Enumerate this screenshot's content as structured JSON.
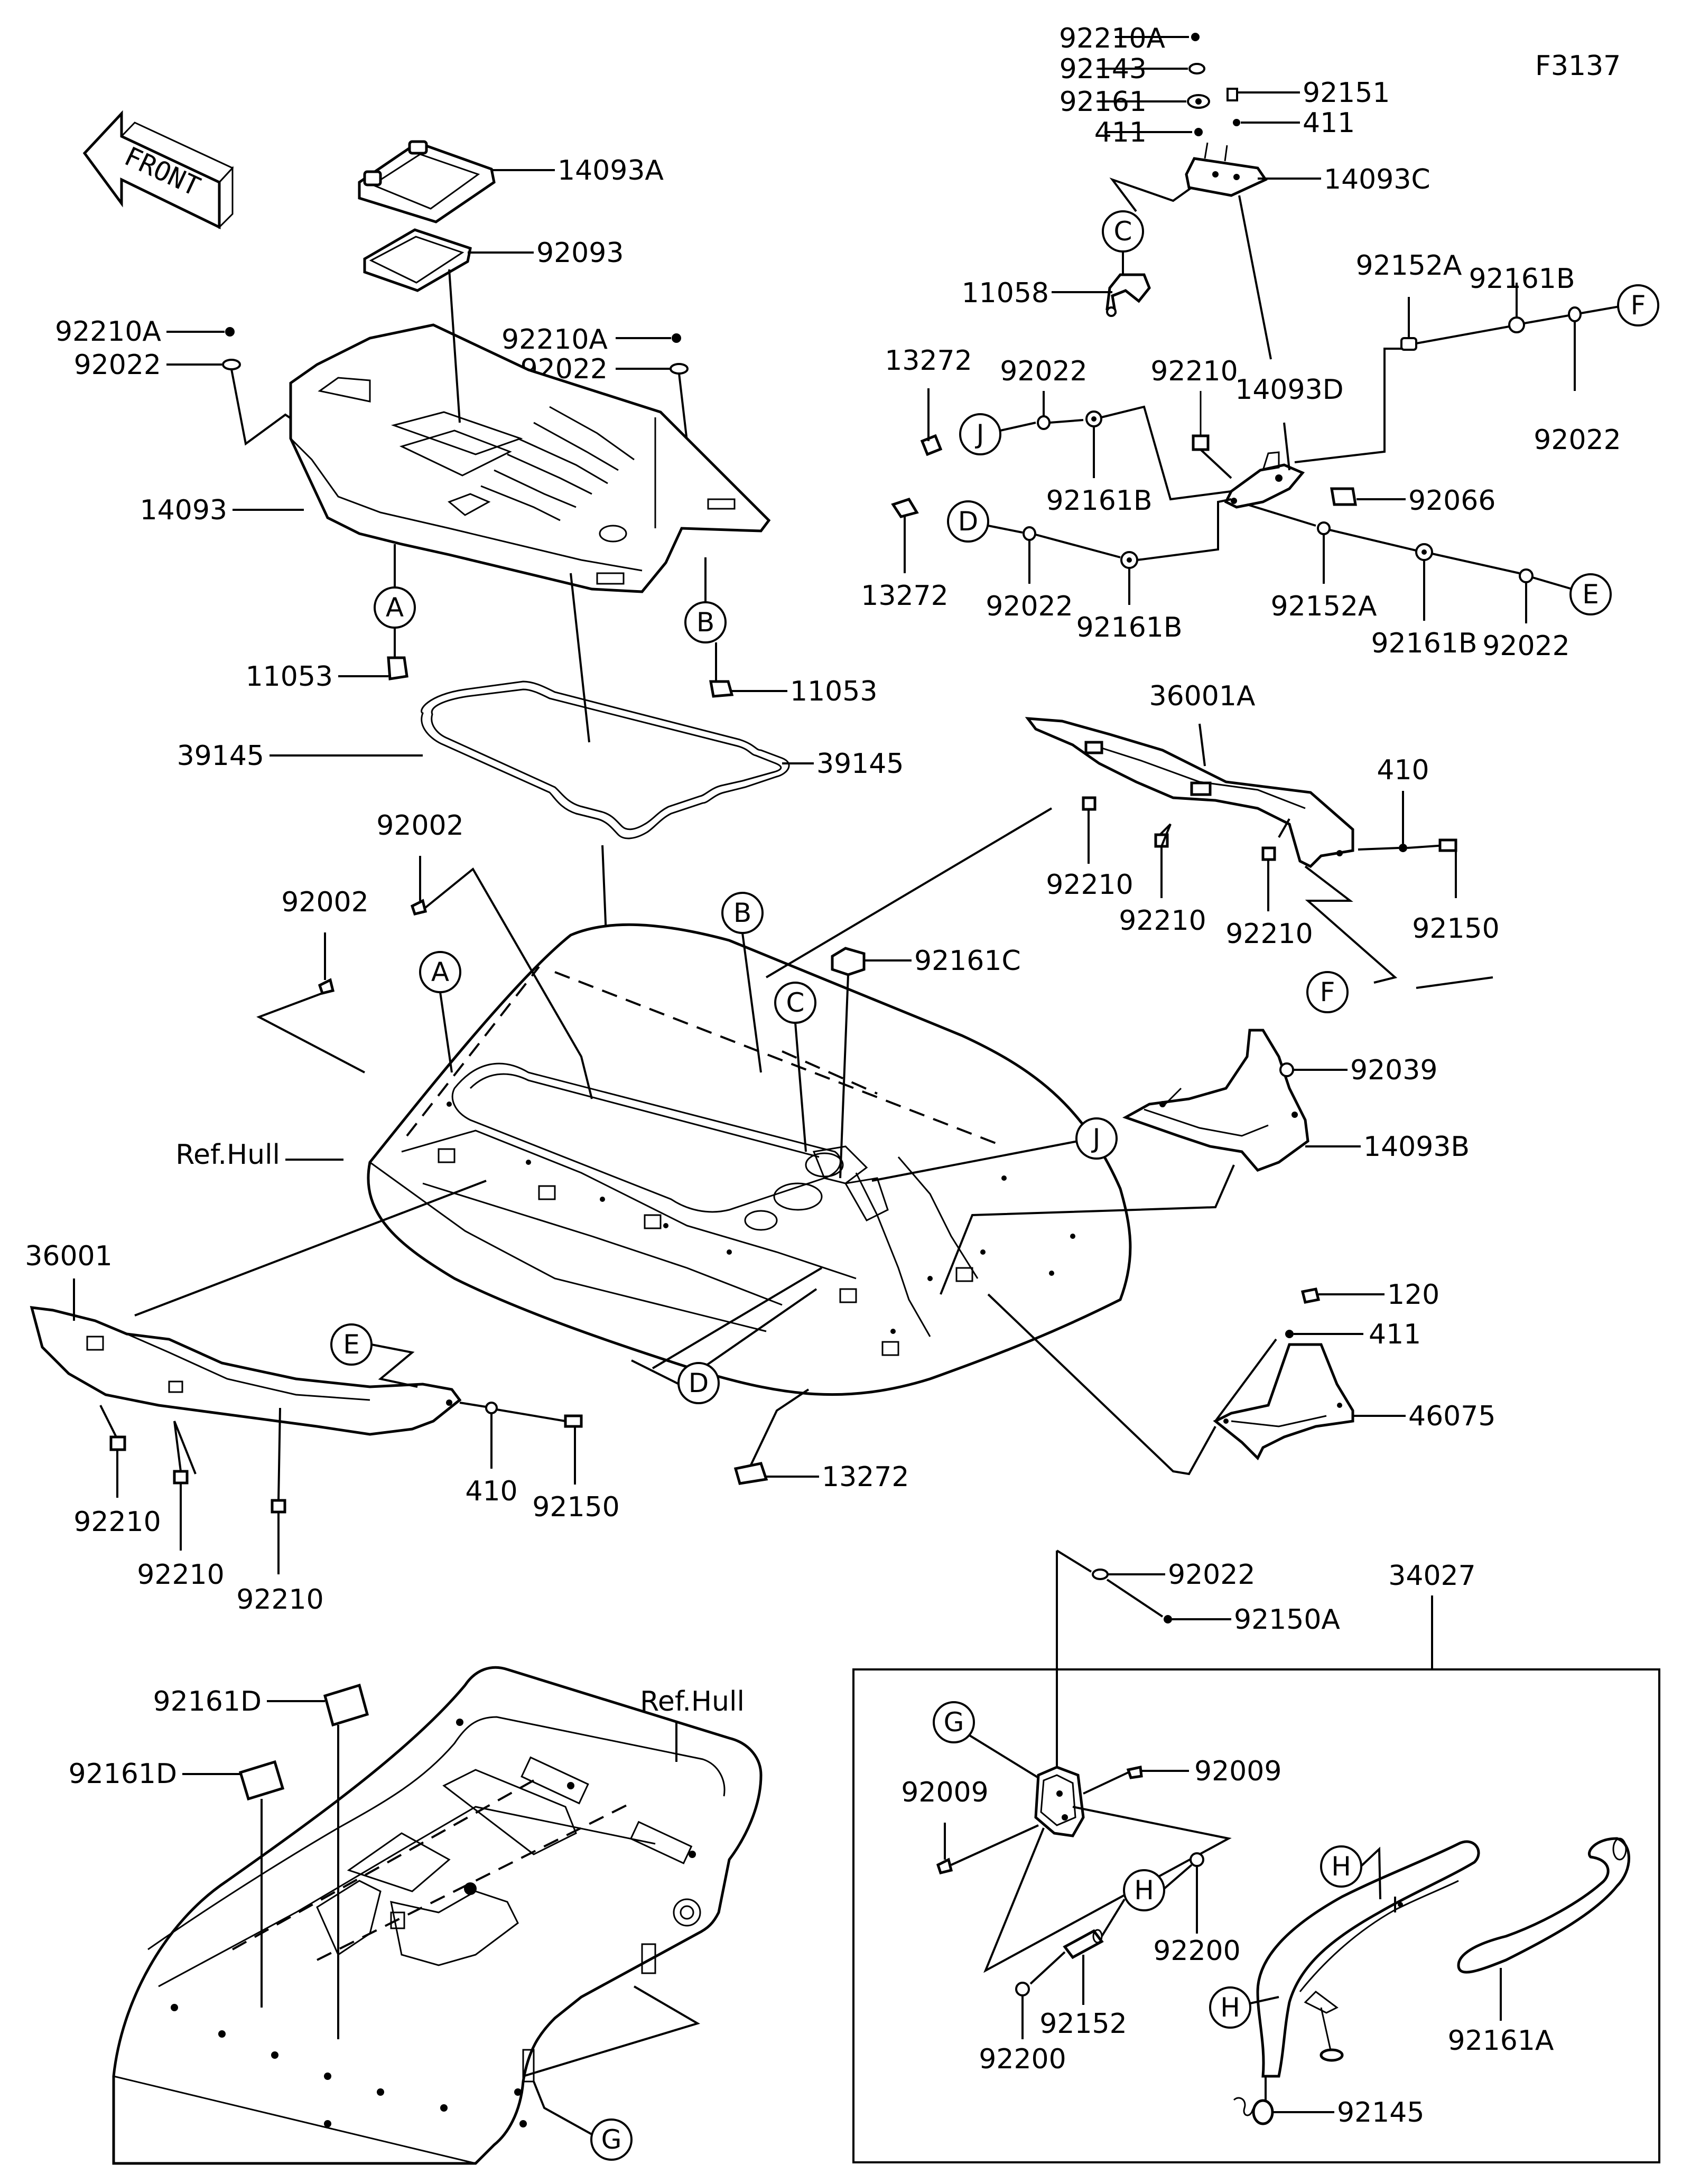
{
  "figure_code": "F3137",
  "front_arrow_text": "FRONT",
  "labels": {
    "l_92210A_top": "92210A",
    "l_92143": "92143",
    "l_92161_top": "92161",
    "l_92151": "92151",
    "l_411_left": "411",
    "l_411_right": "411",
    "l_14093C": "14093C",
    "l_11058": "11058",
    "l_92152A_top": "92152A",
    "l_92161B_top": "92161B",
    "l_92022_right_top": "92022",
    "l_14093A": "14093A",
    "l_92093": "92093",
    "l_92210A_left": "92210A",
    "l_92022_left": "92022",
    "l_92210A_mid": "92210A",
    "l_92022_mid": "92022",
    "l_14093": "14093",
    "l_11053_left": "11053",
    "l_11053_right": "11053",
    "l_39145_left": "39145",
    "l_39145_right": "39145",
    "l_13272_top": "13272",
    "l_92022_j": "92022",
    "l_92210_mid": "92210",
    "l_14093D": "14093D",
    "l_92161B_j": "92161B",
    "l_92066": "92066",
    "l_13272_d": "13272",
    "l_92022_d": "92022",
    "l_92161B_d": "92161B",
    "l_92152A_e": "92152A",
    "l_92161B_e": "92161B",
    "l_92022_e": "92022",
    "l_36001A": "36001A",
    "l_410_right": "410",
    "l_92210_r1": "92210",
    "l_92210_r2": "92210",
    "l_92210_r3": "92210",
    "l_92150_right": "92150",
    "l_92002_top": "92002",
    "l_92002_left": "92002",
    "l_92161C": "92161C",
    "l_92039": "92039",
    "l_14093B": "14093B",
    "l_ref_hull_top": "Ref.Hull",
    "l_36001": "36001",
    "l_120": "120",
    "l_411_lower": "411",
    "l_46075": "46075",
    "l_92210_l1": "92210",
    "l_92210_l2": "92210",
    "l_92210_l3": "92210",
    "l_410_left": "410",
    "l_92150_left": "92150",
    "l_13272_bottom": "13272",
    "l_92022_box": "92022",
    "l_92150A": "92150A",
    "l_34027": "34027",
    "l_92161D_1": "92161D",
    "l_92161D_2": "92161D",
    "l_ref_hull_bottom": "Ref.Hull",
    "l_92009_right": "92009",
    "l_92009_left": "92009",
    "l_92200_right": "92200",
    "l_92152": "92152",
    "l_92200_left": "92200",
    "l_92161A": "92161A",
    "l_92145": "92145"
  },
  "ref_marks": {
    "c_top": "C",
    "j_top": "J",
    "d_top": "D",
    "e_top": "E",
    "f_top": "F",
    "a_top": "A",
    "b_top": "B",
    "b_hull": "B",
    "c_hull": "C",
    "a_hull": "A",
    "f_mid": "F",
    "j_mid": "J",
    "e_left": "E",
    "d_bottom": "D",
    "g_box": "G",
    "h_box_1": "H",
    "h_box_2": "H",
    "h_box_3": "H",
    "g_hull": "G"
  }
}
